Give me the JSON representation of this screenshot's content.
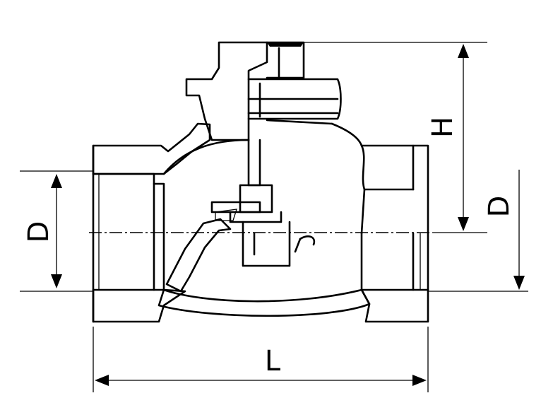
{
  "dimensions": {
    "D_left": "D",
    "D_right": "D",
    "H": "H",
    "L": "L"
  }
}
